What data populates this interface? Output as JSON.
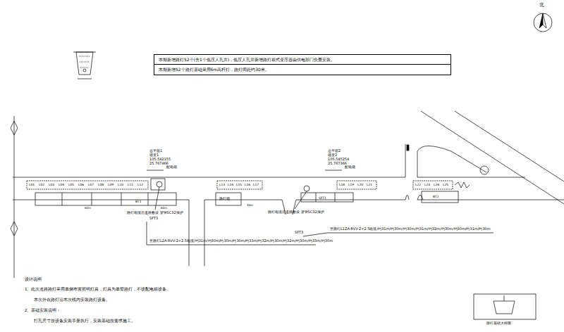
{
  "diagram": {
    "nodes": [
      {
        "text": [
          "本期新增路灯52个(含1个低压人孔井)，低压人孔井新增路灯箱式变压器由供电部门负责安装。"
        ]
      },
      {
        "text": [
          "本期新增52个路灯基础采用6m高杆灯，路灯间距约30米。"
        ]
      }
    ],
    "edges": [],
    "labels": [
      "北",
      "设计说明",
      "1、此次道路路灯采用单侧布置照明灯具，灯具为单臂路灯，不设配电箱设备。",
      "本次外在路灯沿本次线内安装路灯设备。",
      "2、基础安装说明：",
      "打孔尺寸按设备安装手册执行，安装基础按要求施工。",
      "路灯基础大样图",
      "总平面1",
      "箱变1",
      "105.542155",
      "25.767466",
      "配电箱",
      "总平面2",
      "箱变2",
      "105.545254",
      "25.767366",
      "配电箱",
      "L01",
      "L02",
      "L03",
      "L04",
      "L05",
      "L06",
      "L07",
      "L08",
      "L09",
      "L10",
      "L11",
      "L12",
      "L13",
      "L14",
      "L15",
      "L16",
      "L17",
      "L18",
      "L19",
      "L20",
      "L21",
      "L22",
      "L23",
      "L24",
      "L25",
      "路灯电缆沿道路敷设 穿管SC32保护",
      "SFT3",
      "路灯电缆沿道路敷设 穿管SC32保护",
      "SFT3",
      "至路灯L2A-RVV-2×2.5电缆/约31m/约30m/约30m/约30m/约33m/约32m/约30m/约32m/约30m/约33m/约30m",
      "至路灯L1ZA-RVV-2×2.5电缆/约31m/约30m/约30m/约31m/约32m/约30m/约30m/约31m/约30m",
      "BT1",
      "SFT1",
      "BT2",
      "路灯箱",
      "60m",
      "60m",
      "40m"
    ]
  }
}
